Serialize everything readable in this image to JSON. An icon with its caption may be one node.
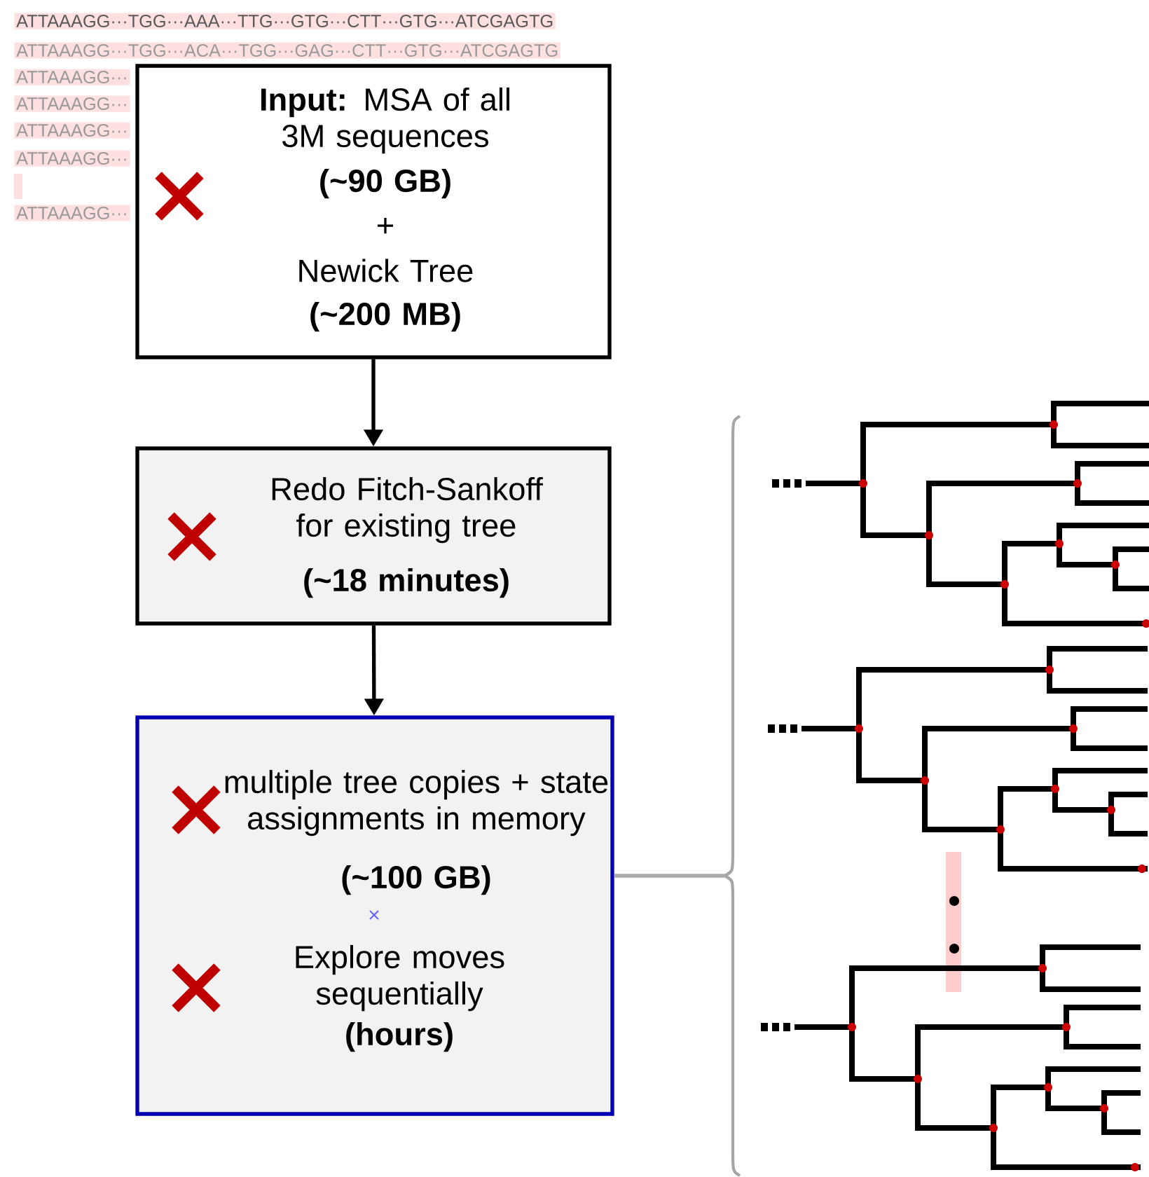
{
  "diagram": {
    "nodes": [
      {
        "text": [
          "**Input:** MSA of all 3M sequences",
          "(~90 GB)",
          "+",
          "Newick Tree",
          "(~200 MB)"
        ]
      },
      {
        "text": [
          "Redo Fitch-Sankoff for existing tree",
          "(~18 minutes)"
        ]
      },
      {
        "text": [
          "multiple tree copies + state assignments in memory",
          "(~100 GB)",
          "Explore moves sequentially",
          "(hours)"
        ]
      },
      {
        "text": [],
        "shape": "picture"
      }
    ],
    "edges": [
      {
        "from": 0,
        "to": 1,
        "arrow": "to"
      },
      {
        "from": 1,
        "to": 2,
        "arrow": "to"
      },
      {
        "from": 2,
        "to": 3,
        "arrow": "none",
        "color": "#aaaaaa"
      }
    ],
    "labels": [
      "ATTAAAGG···TGG···AAA···TTG···GTG···CTT···GTG···ATCGAGTG",
      "ATTAAAGG···TGG···ACA···TGG···GAG···CTT···GTG···ATCGAGTG",
      "ATTAAAGG···",
      "ATTAAAGG···",
      "ATTAAAGG···",
      "ATTAAAGG···",
      "ATTAAAGG···"
    ]
  }
}
